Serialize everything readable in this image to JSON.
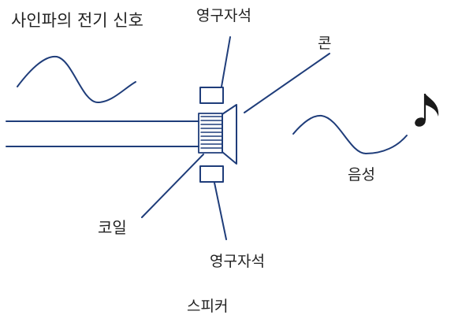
{
  "labels": {
    "signal": "사인파의 전기 신호",
    "magnet_top": "영구자석",
    "cone": "콘",
    "sound": "음성",
    "coil": "코일",
    "magnet_bottom": "영구자석",
    "speaker": "스피커"
  },
  "icons": {
    "music_note": "eighth-note-icon"
  },
  "colors": {
    "stroke": "#1f3d7a",
    "text": "#222222",
    "background": "#ffffff"
  }
}
